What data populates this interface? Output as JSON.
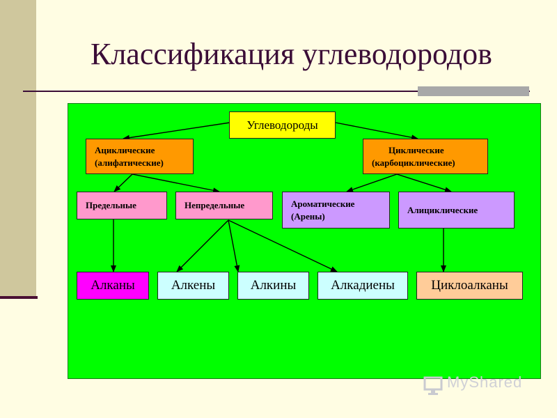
{
  "title": "Классификация углеводородов",
  "nodes": {
    "root": "Углеводороды",
    "acyclic_line1": "Ациклические",
    "acyclic_line2": "(алифатические)",
    "cyclic_line1": "Циклические",
    "cyclic_line2": "(карбоциклические)",
    "saturated": "Предельные",
    "unsaturated": "Непредельные",
    "aromatic_line1": "Ароматические",
    "aromatic_line2": "(Арены)",
    "alicyclic": "Алициклические",
    "alkanes": "Алканы",
    "alkenes": "Алкены",
    "alkynes": "Алкины",
    "alkadienes": "Алкадиены",
    "cycloalkanes": "Циклоалканы"
  },
  "colors": {
    "panel": "#00ff00",
    "root": "#ffff00",
    "level1": "#ff9900",
    "saturated": "#ff99cc",
    "aromatic": "#cc99ff",
    "alkanes": "#ff00ff",
    "unsaturated_children": "#ccffff",
    "cycloalkanes": "#ffcc99"
  },
  "watermark_icon": "monitor-icon",
  "watermark_text": "MyShared"
}
